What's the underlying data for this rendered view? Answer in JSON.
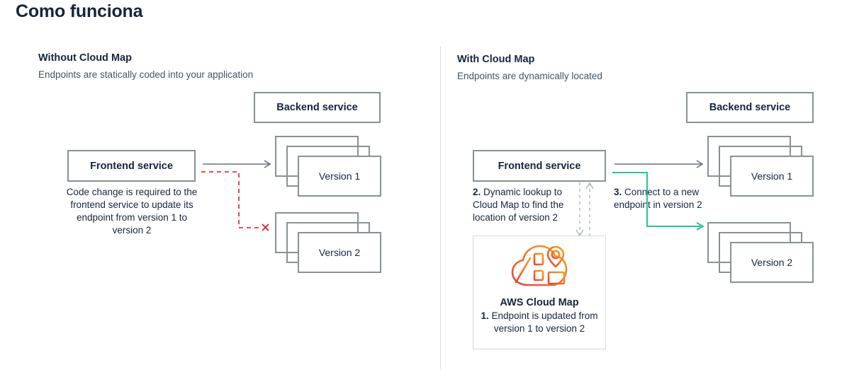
{
  "page": {
    "title": "Como funciona"
  },
  "left_panel": {
    "heading": "Without Cloud Map",
    "subheading": "Endpoints are statically coded into your application",
    "backend_box_label": "Backend service",
    "frontend_box_label": "Frontend service",
    "frontend_note": "Code change is required to the frontend service to update its endpoint from version 1 to version 2",
    "version1_label": "Version 1",
    "version2_label": "Version 2",
    "broken_marker": "✕",
    "colors": {
      "box_border": "#879196",
      "arrow": "#687078",
      "broken_path": "#e8333a"
    }
  },
  "right_panel": {
    "heading": "With Cloud Map",
    "subheading": "Endpoints are dynamically located",
    "backend_box_label": "Backend service",
    "frontend_box_label": "Frontend service",
    "step2_number": "2.",
    "step2_text": " Dynamic lookup to Cloud Map to find the location of version 2",
    "step3_number": "3.",
    "step3_text": " Connect to a new endpoint in version 2",
    "version1_label": "Version 1",
    "version2_label": "Version 2",
    "cloudmap_card": {
      "icon_name": "aws-cloud-map-icon",
      "title": "AWS Cloud Map",
      "step1_number": "1.",
      "step1_text": " Endpoint is updated from version 1 to version 2"
    },
    "colors": {
      "box_border": "#879196",
      "arrow": "#687078",
      "connect_path": "#1fc98e",
      "lookup_path": "#aab7b8",
      "brand_orange_start": "#f6892e",
      "brand_orange_end": "#e8432f"
    }
  }
}
